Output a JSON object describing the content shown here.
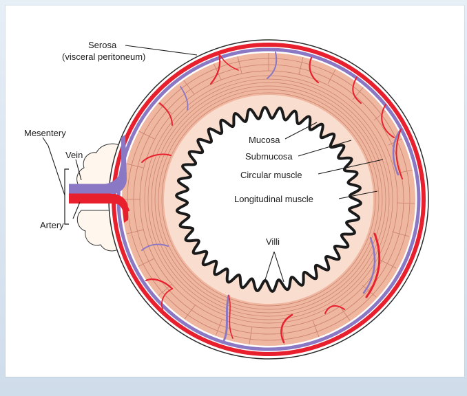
{
  "labels": {
    "serosa": "Serosa",
    "serosa_sub": "(visceral peritoneum)",
    "mesentery": "Mesentery",
    "vein": "Vein",
    "artery": "Artery",
    "mucosa": "Mucosa",
    "submucosa": "Submucosa",
    "circular_muscle": "Circular muscle",
    "longitudinal_muscle": "Longitudinal muscle",
    "villi": "Villi"
  },
  "colors": {
    "artery": "#e8202e",
    "vein": "#8a78c4",
    "muscle": "#efb6a0",
    "muscle_line": "#c77f6a",
    "submucosa": "#f9ddce",
    "lumen": "#ffffff",
    "mucosa_outline": "#1a1a1a",
    "mesentery_fat": "#fff7ee"
  }
}
